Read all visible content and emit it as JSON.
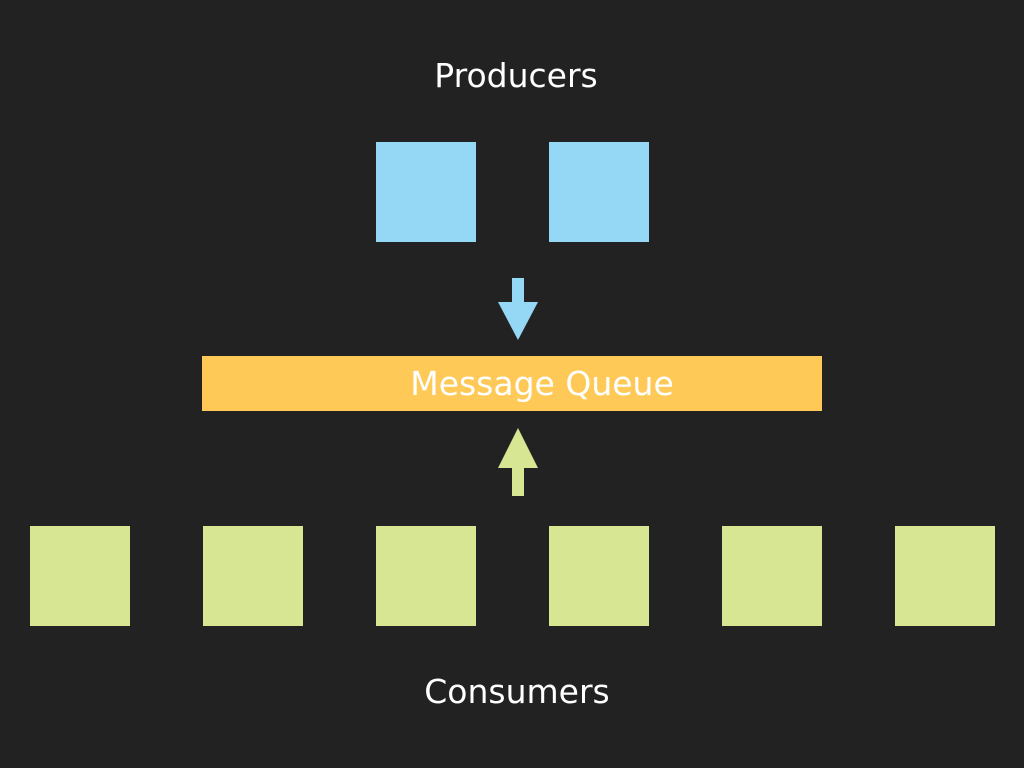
{
  "diagram": {
    "producers_title": "Producers",
    "consumers_title": "Consumers",
    "queue_label": "Message Queue",
    "producer_count": 2,
    "consumer_count": 6
  },
  "colors": {
    "background": "#222222",
    "producer": "#94d8f6",
    "consumer": "#d6e693",
    "queue": "#fec957",
    "text": "#ffffff"
  }
}
